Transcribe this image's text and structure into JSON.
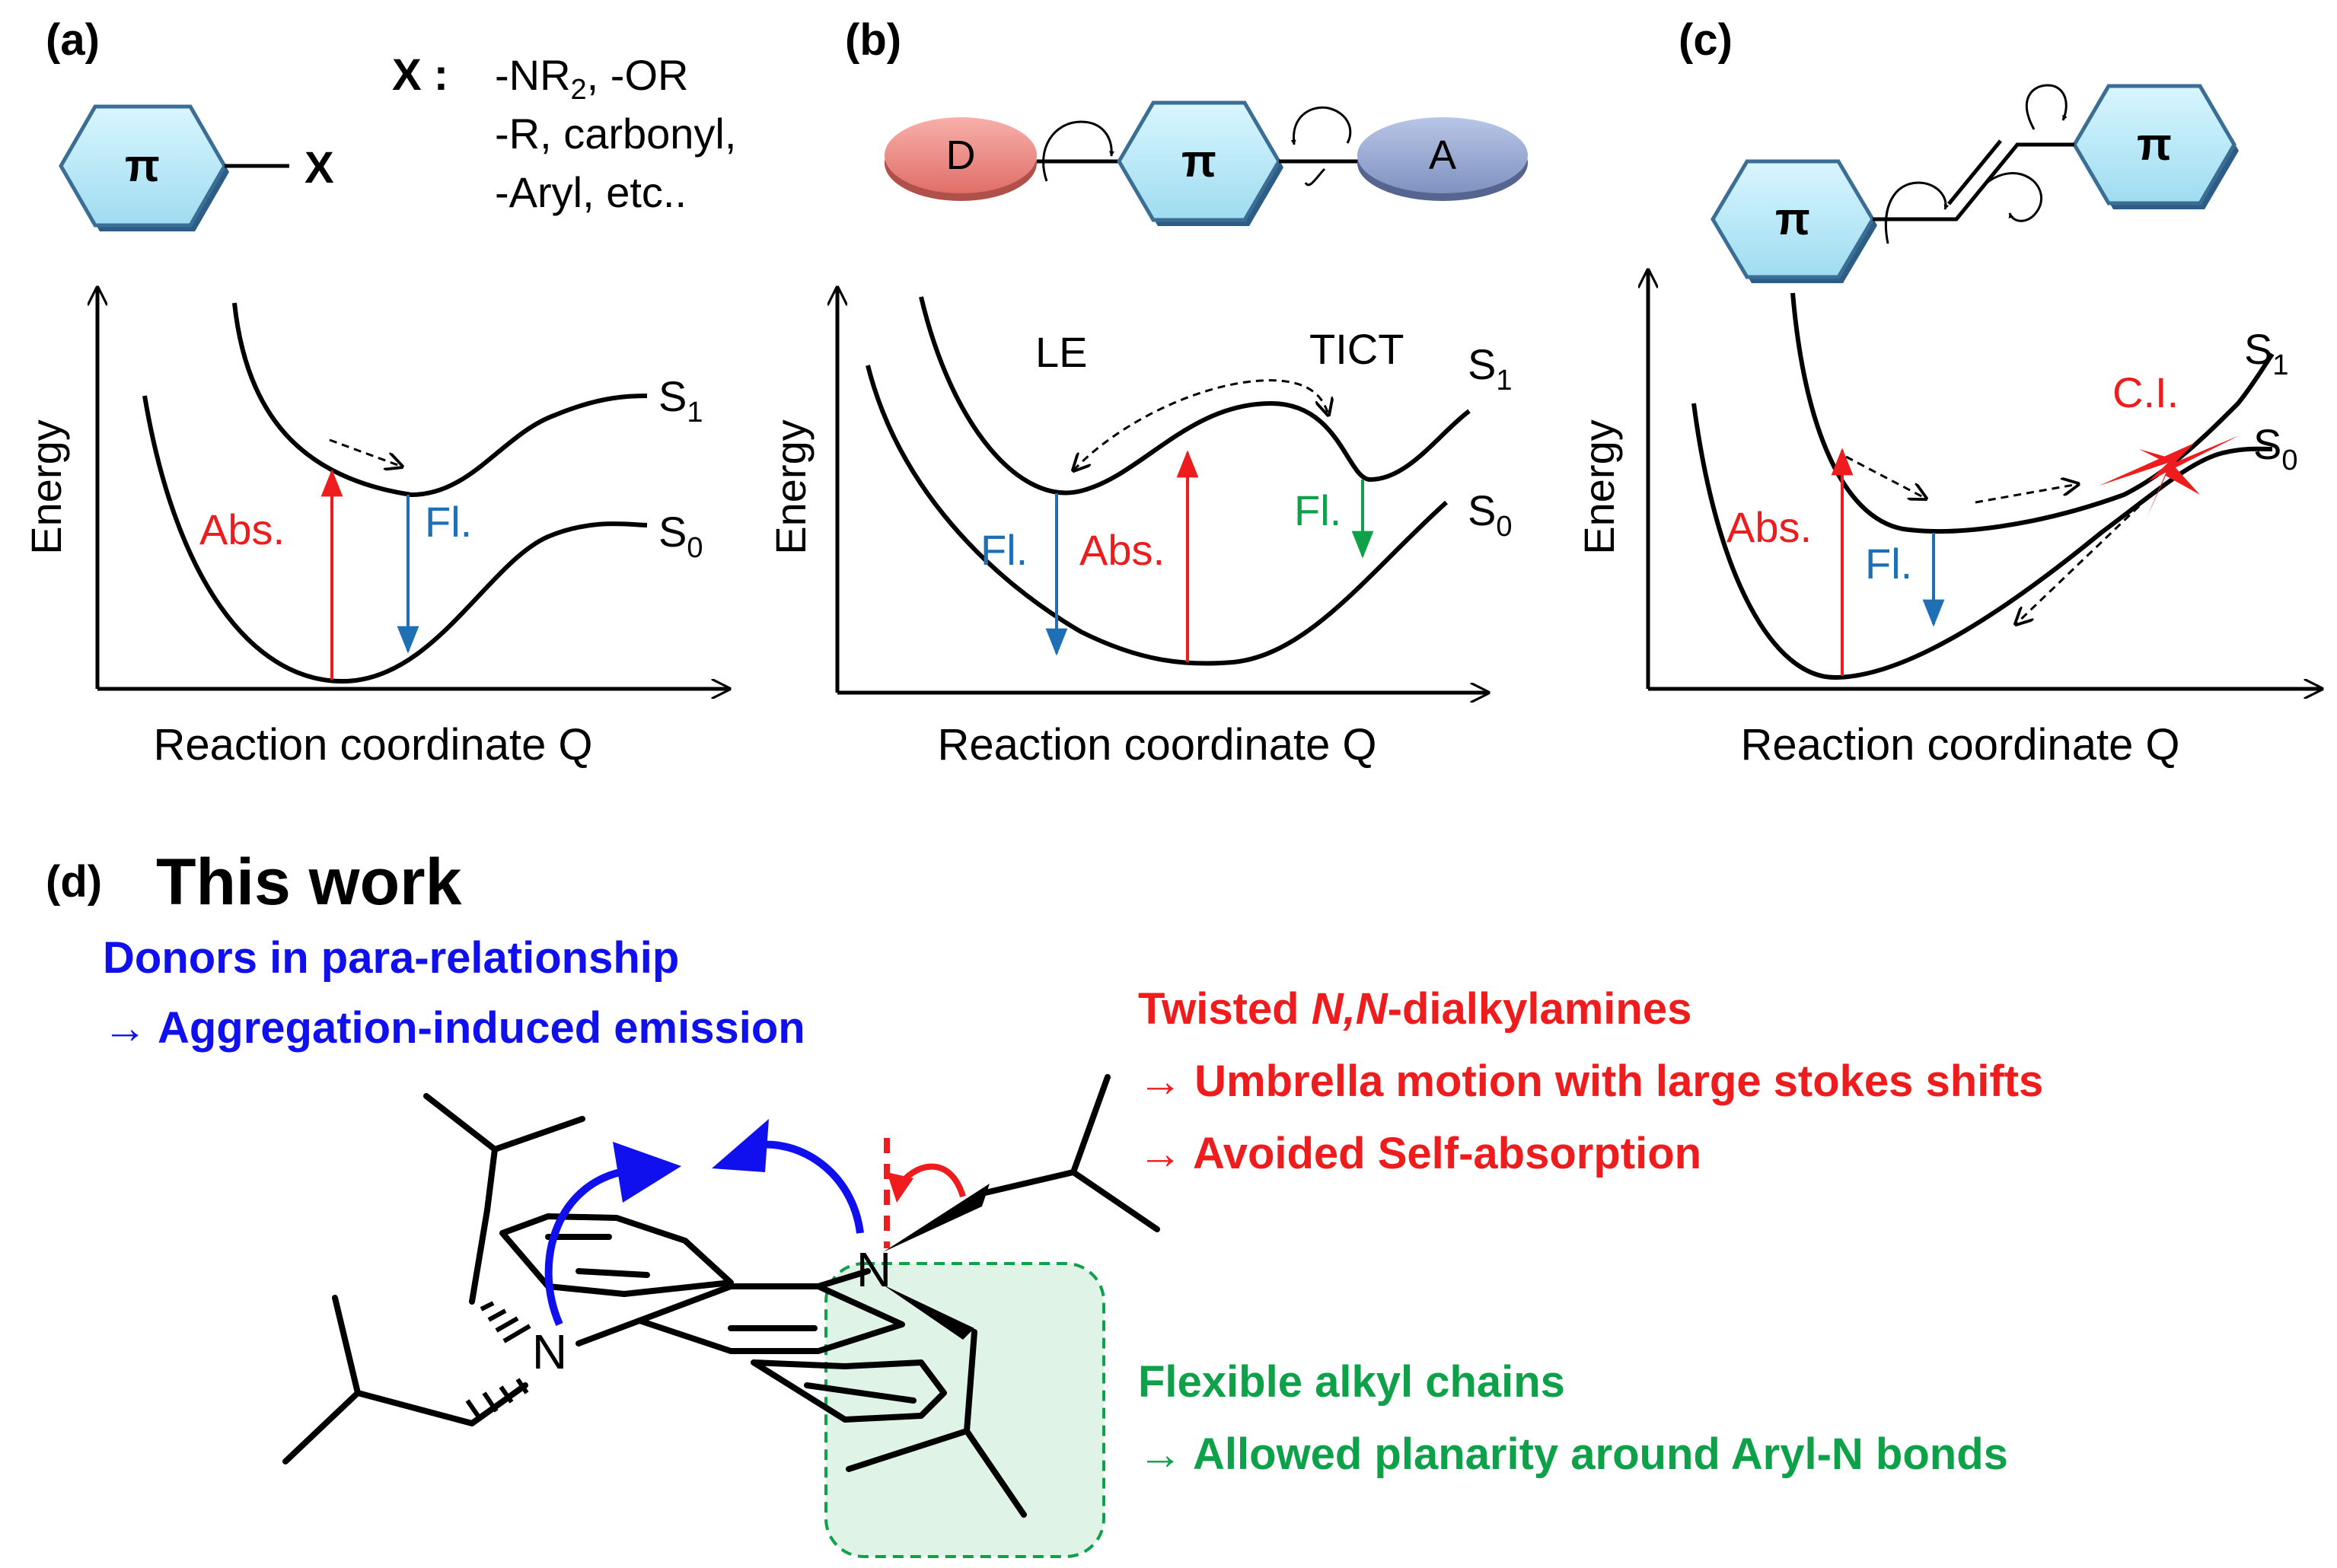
{
  "panels": {
    "a": {
      "label": "(a)",
      "pi": "π",
      "substituent": "X",
      "x_label": "X :",
      "x_list": [
        "-NR",
        ", -OR",
        "-R, carbonyl,",
        "-Aryl, etc.."
      ],
      "x_sub": "2",
      "energy": "Energy",
      "axis": "Reaction coordinate Q",
      "abs": "Abs.",
      "fl": "Fl.",
      "s1": "S",
      "s1_sub": "1",
      "s0": "S",
      "s0_sub": "0"
    },
    "b": {
      "label": "(b)",
      "donor": "D",
      "pi": "π",
      "acceptor": "A",
      "energy": "Energy",
      "axis": "Reaction coordinate Q",
      "le": "LE",
      "tict": "TICT",
      "abs": "Abs.",
      "fl1": "Fl.",
      "fl2": "Fl.",
      "s1": "S",
      "s1_sub": "1",
      "s0": "S",
      "s0_sub": "0"
    },
    "c": {
      "label": "(c)",
      "pi1": "π",
      "pi2": "π",
      "energy": "Energy",
      "axis": "Reaction coordinate Q",
      "abs": "Abs.",
      "fl": "Fl.",
      "ci": "C.I.",
      "s1": "S",
      "s1_sub": "1",
      "s0": "S",
      "s0_sub": "0"
    },
    "d": {
      "label": "(d)",
      "title": "This work",
      "blue1": "Donors in para-relationship",
      "blue2": "→ Aggregation-induced emission",
      "red1_a": "Twisted ",
      "red1_b": "N,N",
      "red1_c": "-dialkylamines",
      "red2": "→ Umbrella motion with large stokes shifts",
      "red3": "→ Avoided Self-absorption",
      "green1": "Flexible alkyl chains",
      "green2": "→ Allowed planarity around Aryl-N bonds",
      "n1": "N",
      "n2": "N"
    }
  },
  "colors": {
    "red": "#ee1c1c",
    "blue": "#1f6fb5",
    "green": "#0fa14a",
    "darkblue": "#1010ee",
    "hexfill": "#bfeefa",
    "donor": "#f08c88",
    "acceptor": "#98a8cc",
    "greenbox": "#dff3e6"
  }
}
